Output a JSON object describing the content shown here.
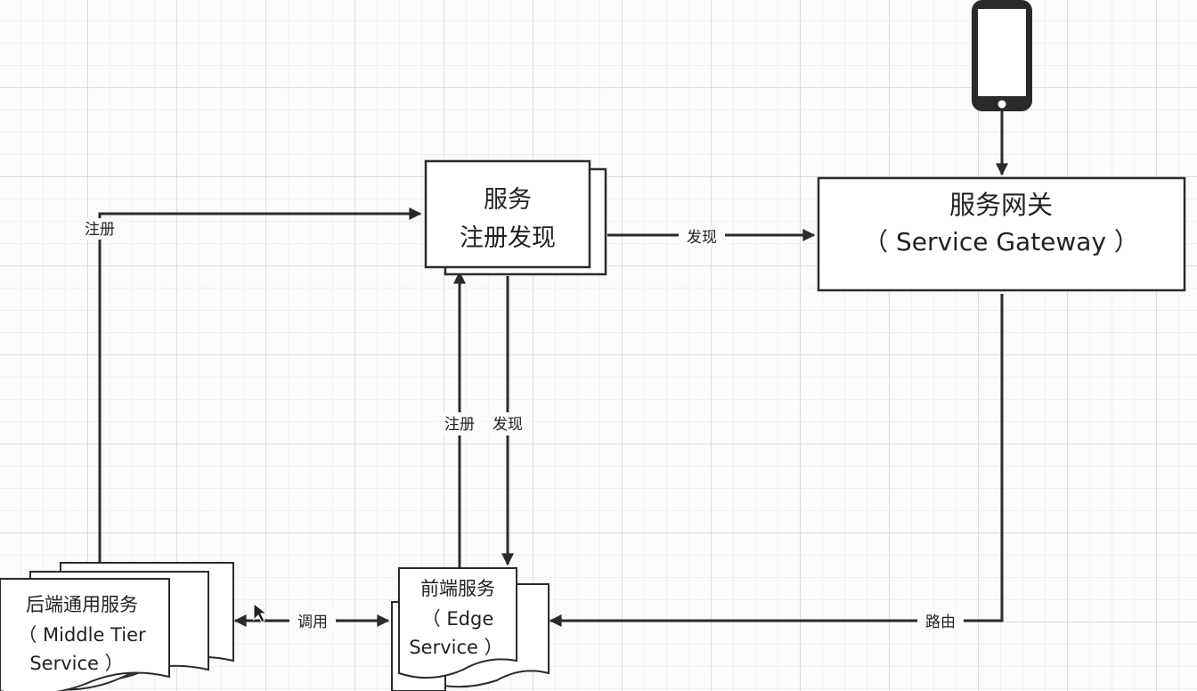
{
  "nodes": {
    "registry": {
      "line1": "服务",
      "line2": "注册发现"
    },
    "gateway": {
      "line1": "服务网关",
      "line2": "（ Service Gateway ）"
    },
    "middle_tier": {
      "line1": "后端通用服务",
      "line2": "（ Middle Tier",
      "line3": "Service ）"
    },
    "edge": {
      "line1": "前端服务",
      "line2": "（ Edge",
      "line3": "Service ）"
    },
    "phone": {
      "icon": "smartphone-icon"
    }
  },
  "edges": {
    "middle_register": "注册",
    "registry_discover_gateway": "发现",
    "edge_register": "注册",
    "edge_discover": "发现",
    "invoke": "调用",
    "route": "路由"
  }
}
